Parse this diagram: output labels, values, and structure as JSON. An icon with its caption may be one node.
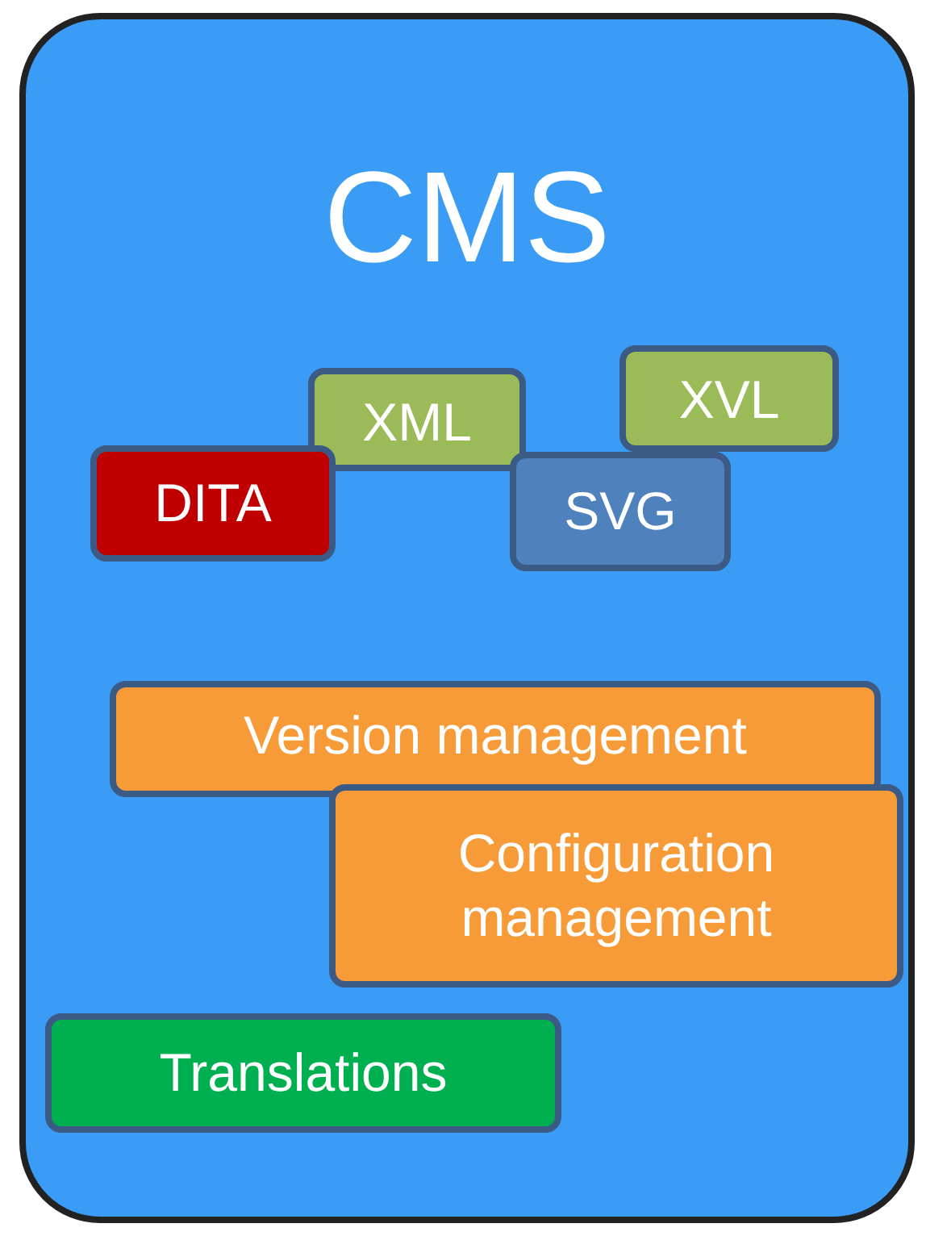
{
  "diagram": {
    "nodes": [
      {
        "text": [
          "CMS"
        ]
      },
      {
        "text": [
          "XML"
        ],
        "in": 0
      },
      {
        "text": [
          "XVL"
        ],
        "in": 0
      },
      {
        "text": [
          "DITA"
        ],
        "in": 0
      },
      {
        "text": [
          "SVG"
        ],
        "in": 0
      },
      {
        "text": [
          "Version management"
        ],
        "in": 0
      },
      {
        "text": [
          "Configuration management"
        ],
        "in": 0
      },
      {
        "text": [
          "Translations"
        ],
        "in": 0
      }
    ]
  }
}
